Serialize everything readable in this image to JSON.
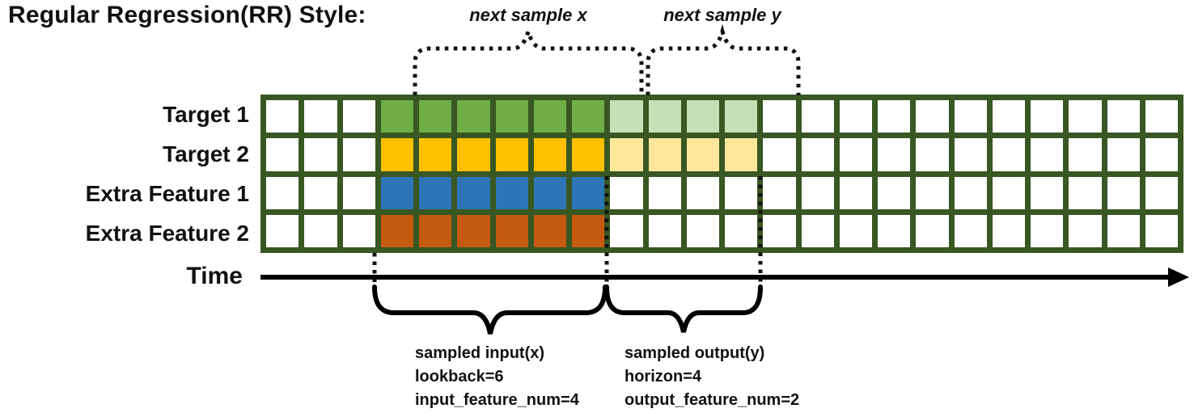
{
  "title": "Regular Regression(RR) Style:",
  "colors": {
    "grid_border": "#385723",
    "white": "#FFFFFF",
    "green": "#70AD47",
    "green_light": "#C5E0B4",
    "gold": "#FFC000",
    "gold_light": "#FFE699",
    "blue": "#2E75B6",
    "orange": "#C55A11",
    "annotation": "#111111"
  },
  "grid": {
    "columns": 24,
    "row_labels": [
      "Target 1",
      "Target 2",
      "Extra Feature 1",
      "Extra Feature 2"
    ],
    "rows": [
      {
        "label": "Target 1",
        "segments": [
          {
            "count": 3,
            "color": "white"
          },
          {
            "count": 6,
            "color": "green"
          },
          {
            "count": 4,
            "color": "green_light"
          },
          {
            "count": 11,
            "color": "white"
          }
        ]
      },
      {
        "label": "Target 2",
        "segments": [
          {
            "count": 3,
            "color": "white"
          },
          {
            "count": 6,
            "color": "gold"
          },
          {
            "count": 4,
            "color": "gold_light"
          },
          {
            "count": 11,
            "color": "white"
          }
        ]
      },
      {
        "label": "Extra Feature 1",
        "segments": [
          {
            "count": 3,
            "color": "white"
          },
          {
            "count": 6,
            "color": "blue"
          },
          {
            "count": 15,
            "color": "white"
          }
        ]
      },
      {
        "label": "Extra Feature 2",
        "segments": [
          {
            "count": 3,
            "color": "white"
          },
          {
            "count": 6,
            "color": "orange"
          },
          {
            "count": 15,
            "color": "white"
          }
        ]
      }
    ]
  },
  "annotations": {
    "next_sample_x": "next sample x",
    "next_sample_y": "next sample y",
    "time_label": "Time",
    "input_block": {
      "lines": [
        "sampled input(x)",
        "lookback=6",
        "input_feature_num=4"
      ]
    },
    "output_block": {
      "lines": [
        "sampled output(y)",
        "horizon=4",
        "output_feature_num=2"
      ]
    }
  },
  "sampling": {
    "lookback": 6,
    "horizon": 4,
    "input_feature_num": 4,
    "output_feature_num": 2
  }
}
